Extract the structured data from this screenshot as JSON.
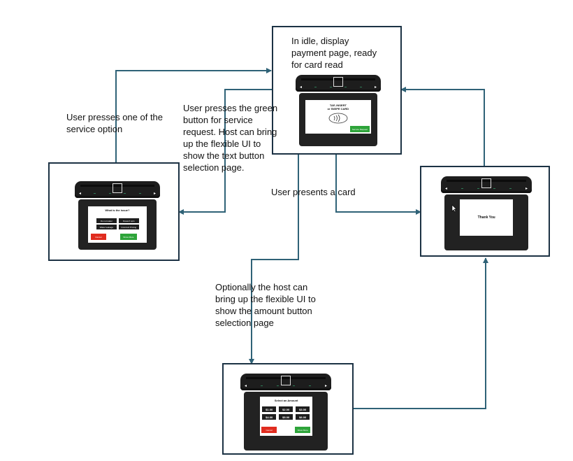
{
  "labels": {
    "idle": "In idle, display payment page, ready for card read",
    "service_option": "User presses one of the service option",
    "green_button": "User presses the green button for service request.  Host can bring up the flexible UI to show the text button selection page.",
    "presents_card": "User presents a card",
    "optionally": "Optionally the host can bring up the flexible UI to show the amount button selection page"
  },
  "screens": {
    "payment": {
      "line1": "TAP, INSERT",
      "line2": "or SWIPE CARD",
      "contactless_icon": "contactless-icon",
      "service_button": "Service Request"
    },
    "issue": {
      "title": "What is the issue?",
      "options": [
        "Do not water",
        "Doesn't spin",
        "Water leakage",
        "Incorrect Pricing"
      ],
      "cancel": "Cancel",
      "show_more": "Show More"
    },
    "thanks": {
      "text": "Thank You",
      "cursor_icon": "cursor-arrow-icon"
    },
    "amount": {
      "title": "Select an Amount",
      "amounts": [
        "$1.00",
        "$2.00",
        "$3.00",
        "$4.00",
        "$5.00",
        "$6.00"
      ],
      "cancel": "Cancel",
      "show_more": "Show More"
    }
  },
  "colors": {
    "arrow": "#2f6277",
    "box_border": "#1c3244",
    "device": "#222222",
    "green_button": "#2ea43a",
    "red_button": "#e02c1f"
  }
}
